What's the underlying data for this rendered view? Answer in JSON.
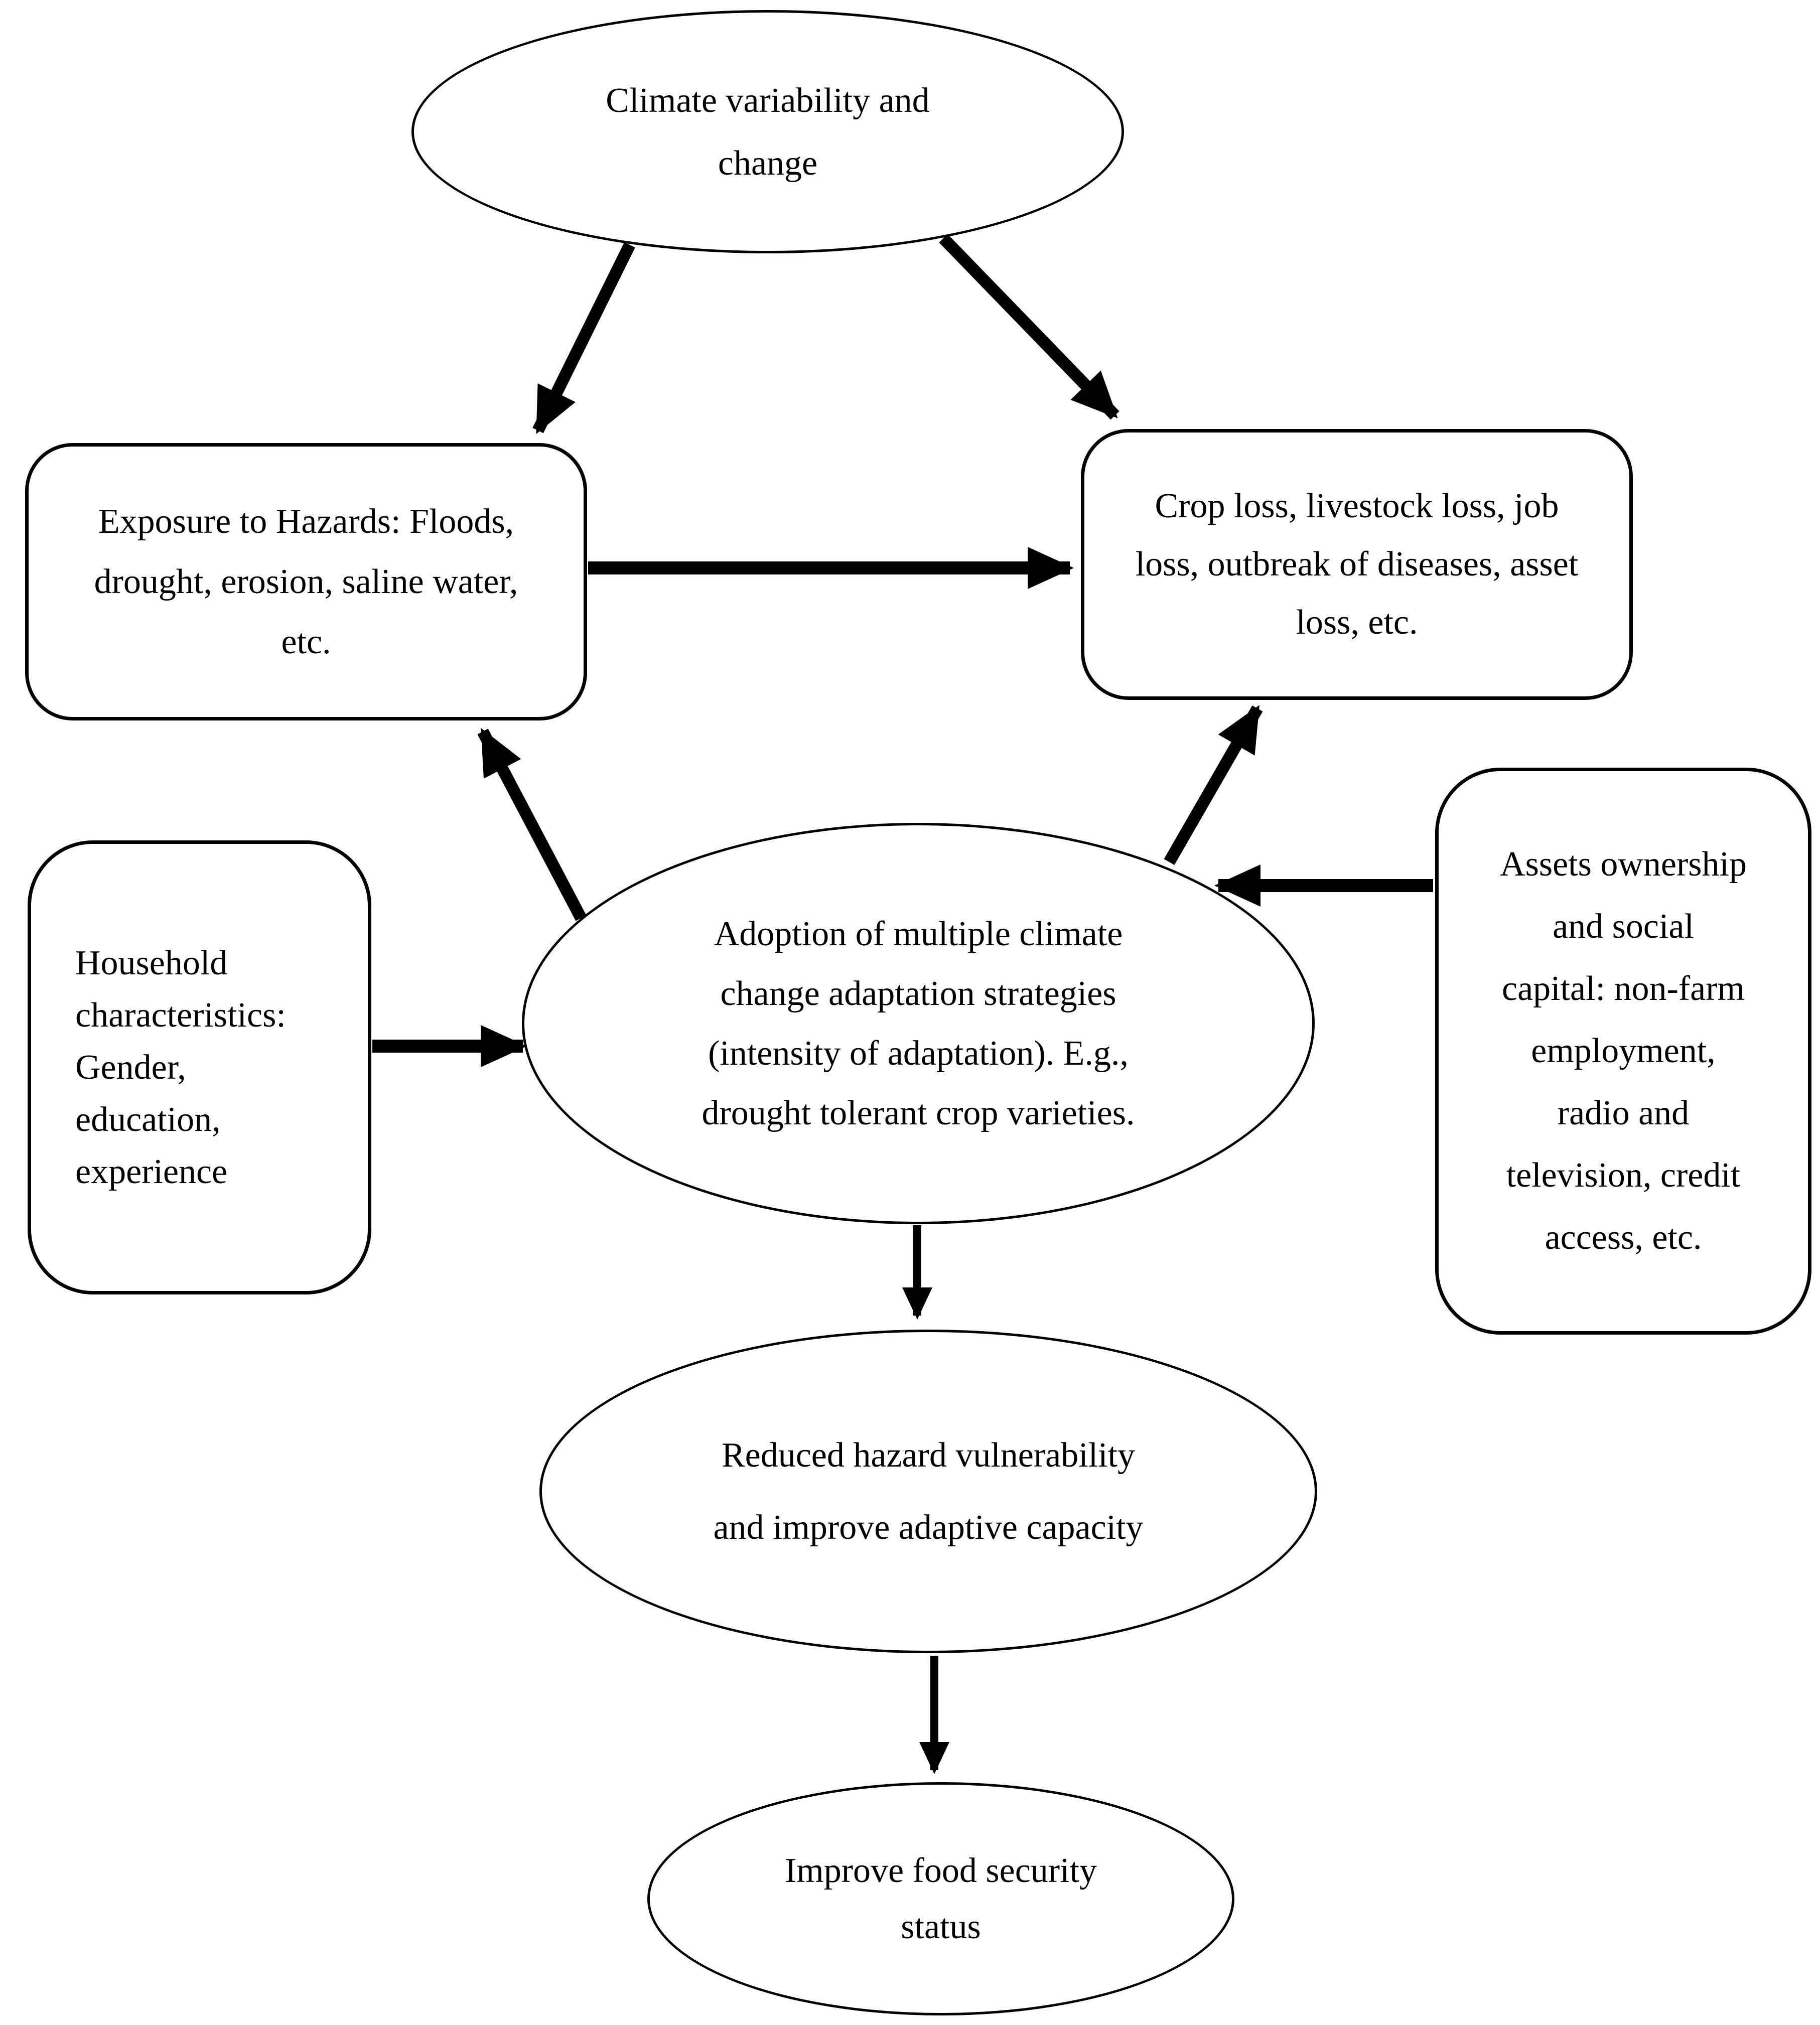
{
  "nodes": {
    "climate": {
      "shape": "ellipse",
      "lines": [
        "Climate variability and",
        "change"
      ]
    },
    "exposure": {
      "shape": "rounded-rect",
      "lines": [
        "Exposure to Hazards: Floods,",
        "drought, erosion, saline water,",
        "etc."
      ]
    },
    "losses": {
      "shape": "rounded-rect",
      "lines": [
        "Crop loss, livestock loss, job",
        "loss, outbreak of diseases, asset",
        "loss, etc."
      ]
    },
    "household": {
      "shape": "rounded-rect",
      "lines": [
        "Household",
        "characteristics:",
        "Gender,",
        "education,",
        "experience"
      ]
    },
    "adoption": {
      "shape": "ellipse",
      "lines": [
        "Adoption of multiple climate",
        "change adaptation strategies",
        "(intensity of adaptation). E.g.,",
        "drought tolerant crop varieties."
      ]
    },
    "assets": {
      "shape": "rounded-rect",
      "lines": [
        "Assets ownership",
        "and social",
        "capital: non-farm",
        "employment,",
        "radio and",
        "television, credit",
        "access, etc."
      ]
    },
    "reduced": {
      "shape": "ellipse",
      "lines": [
        "Reduced hazard vulnerability",
        "and improve adaptive capacity"
      ]
    },
    "food": {
      "shape": "ellipse",
      "lines": [
        "Improve food security",
        "status"
      ]
    }
  },
  "edges": [
    {
      "from": "climate",
      "to": "exposure"
    },
    {
      "from": "climate",
      "to": "losses"
    },
    {
      "from": "exposure",
      "to": "losses"
    },
    {
      "from": "adoption",
      "to": "exposure"
    },
    {
      "from": "adoption",
      "to": "losses"
    },
    {
      "from": "household",
      "to": "adoption"
    },
    {
      "from": "assets",
      "to": "adoption"
    },
    {
      "from": "adoption",
      "to": "reduced"
    },
    {
      "from": "reduced",
      "to": "food"
    }
  ],
  "colors": {
    "stroke": "#000000",
    "background": "#ffffff"
  }
}
